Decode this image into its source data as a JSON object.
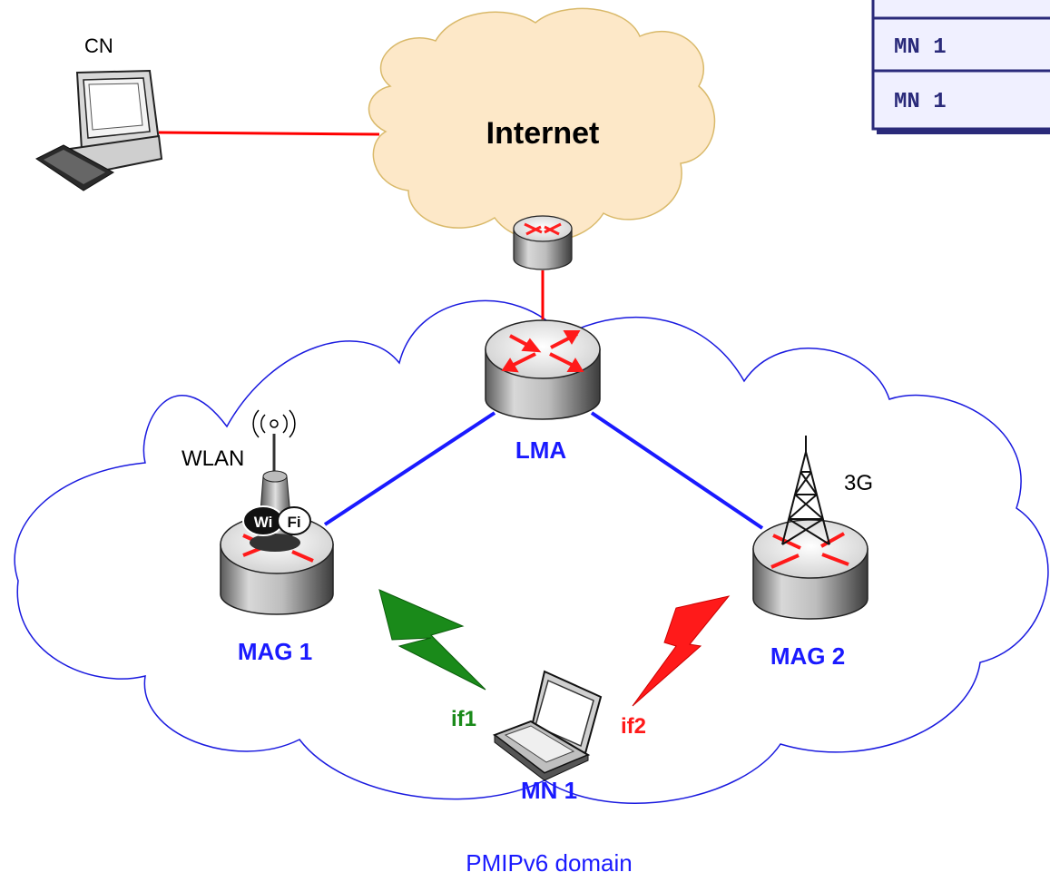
{
  "nodes": {
    "cn": {
      "label": "CN"
    },
    "internet": {
      "label": "Internet"
    },
    "lma": {
      "label": "LMA"
    },
    "mag1": {
      "label": "MAG 1",
      "tech": "WLAN",
      "badge_left": "Wi",
      "badge_right": "Fi"
    },
    "mag2": {
      "label": "MAG 2",
      "tech": "3G"
    },
    "mn1": {
      "label": "MN 1"
    }
  },
  "interfaces": {
    "if1": "if1",
    "if2": "if2"
  },
  "domain_label": "PMIPv6 domain",
  "table_rows": [
    "MN 1",
    "MN 1"
  ],
  "colors": {
    "internet_fill": "#fde8c8",
    "internet_stroke": "#d9b96a",
    "domain_cloud": "#1a1adf",
    "link_red": "#ff0000",
    "link_blue": "#1a1aff",
    "label_blue": "#1a1aff",
    "if1": "#1a8a1a",
    "if2": "#ff1a1a",
    "table_bg": "#f0f0ff",
    "table_border": "#2a2a7a"
  }
}
